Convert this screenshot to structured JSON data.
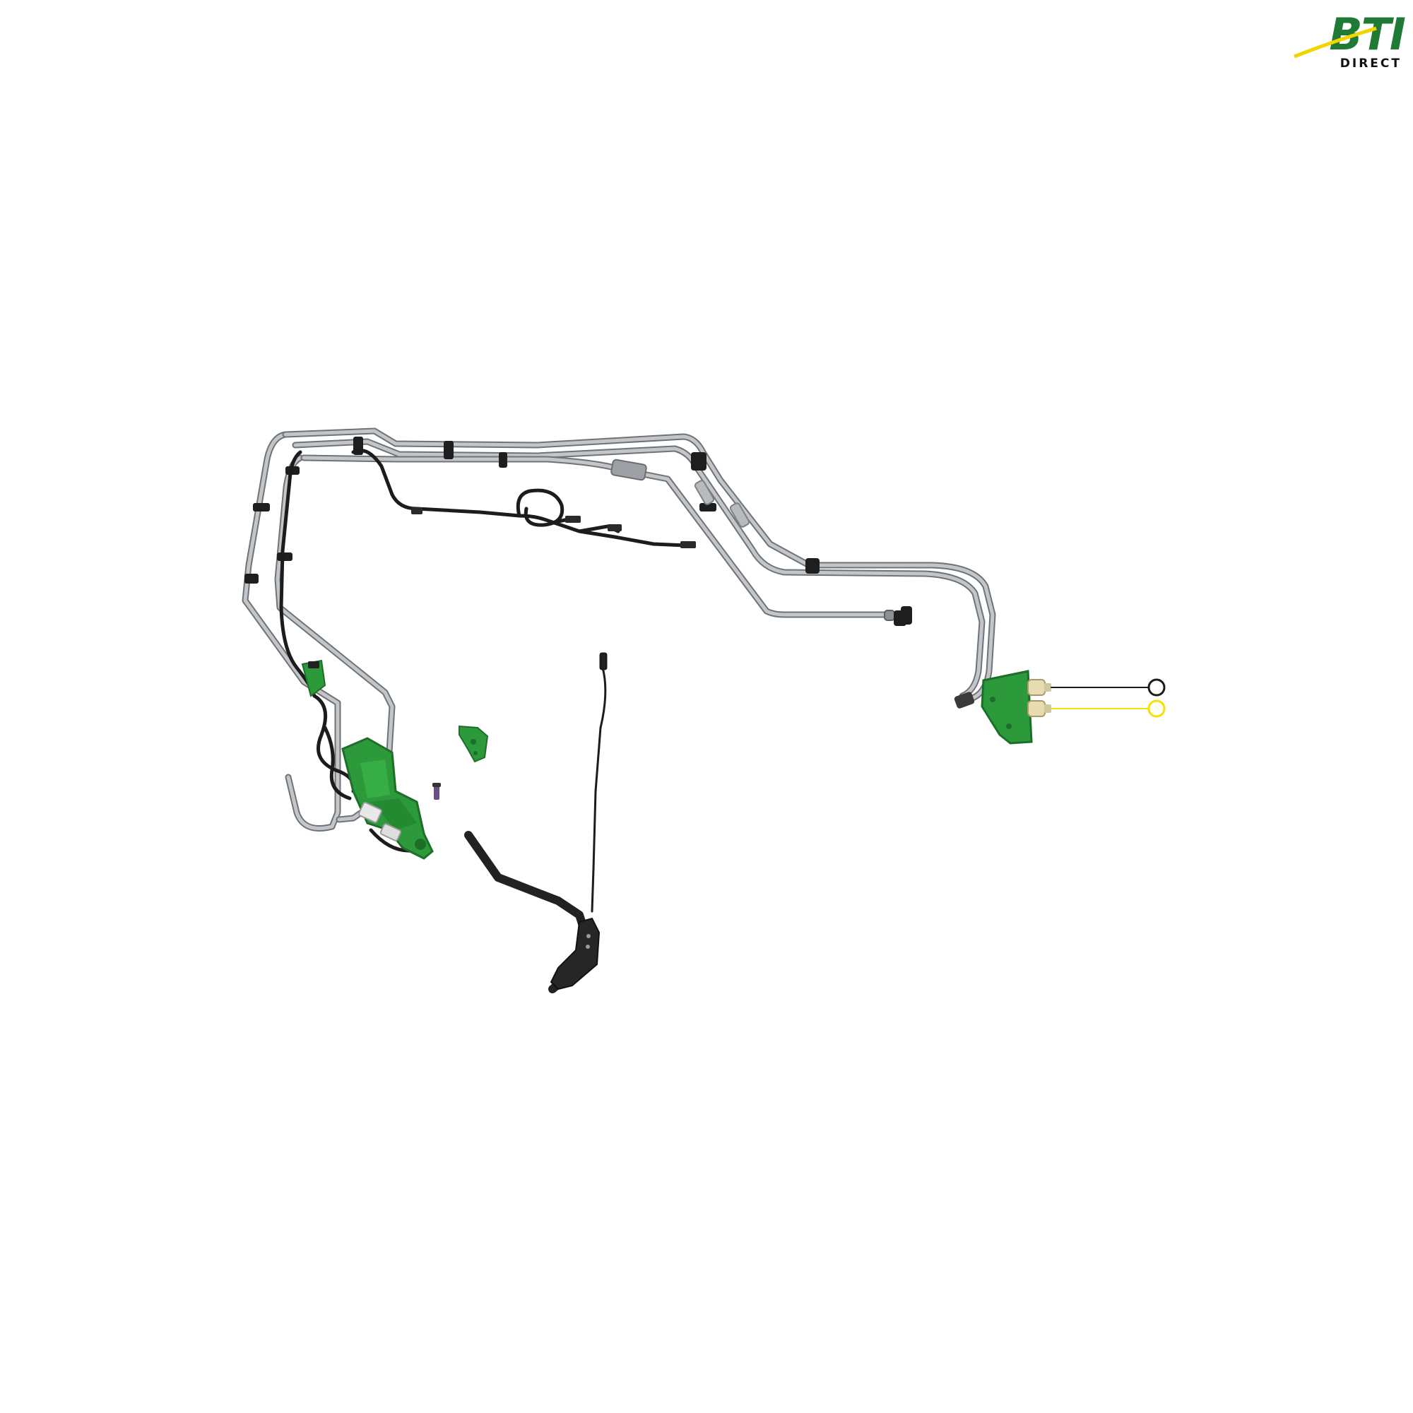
{
  "logo": {
    "brand": "BTI",
    "sub": "DIRECT"
  },
  "colors": {
    "tube": "#a9adb1",
    "tube_shadow": "#6f7377",
    "hose": "#1c1c1c",
    "green_part": "#2c9a3a",
    "green_dark": "#1d6e28",
    "logo_green": "#1e7a34",
    "logo_yellow": "#f2d400",
    "cap_yellow": "#f5e000",
    "cap_beige": "#e7dcb0"
  },
  "illustration": {
    "subject": "hydraulic-line-kit",
    "parts": [
      "steel-tubes",
      "wire-harness",
      "control-valve",
      "mounting-bracket",
      "coupler-bracket",
      "dust-caps",
      "lever-handle"
    ]
  }
}
